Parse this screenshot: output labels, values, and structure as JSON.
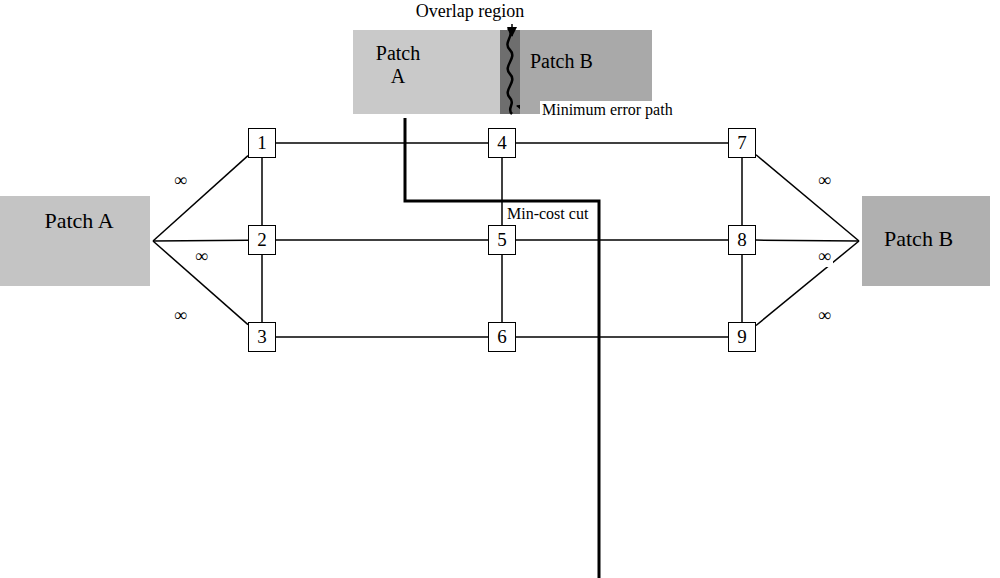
{
  "diagram": {
    "nodes": [
      {
        "text": [
          "Patch A"
        ]
      },
      {
        "text": [
          "Patch B"
        ]
      },
      {
        "text": [
          "Patch A"
        ]
      },
      {
        "text": [
          "1"
        ]
      },
      {
        "text": [
          "2"
        ]
      },
      {
        "text": [
          "3"
        ]
      },
      {
        "text": [
          "4"
        ]
      },
      {
        "text": [
          "5"
        ]
      },
      {
        "text": [
          "6"
        ]
      },
      {
        "text": [
          "7"
        ]
      },
      {
        "text": [
          "8"
        ]
      },
      {
        "text": [
          "9"
        ]
      },
      {
        "text": [
          "Patch B"
        ]
      }
    ],
    "edges": [
      {
        "from": 2,
        "to": 3,
        "arrow": "none",
        "label": "∞"
      },
      {
        "from": 2,
        "to": 4,
        "arrow": "none",
        "label": "∞"
      },
      {
        "from": 2,
        "to": 5,
        "arrow": "none",
        "label": "∞"
      },
      {
        "from": 3,
        "to": 6,
        "arrow": "none"
      },
      {
        "from": 6,
        "to": 9,
        "arrow": "none"
      },
      {
        "from": 3,
        "to": 4,
        "arrow": "none"
      },
      {
        "from": 4,
        "to": 5,
        "arrow": "none"
      },
      {
        "from": 4,
        "to": 7,
        "arrow": "none"
      },
      {
        "from": 7,
        "to": 10,
        "arrow": "none"
      },
      {
        "from": 5,
        "to": 8,
        "arrow": "none"
      },
      {
        "from": 8,
        "to": 11,
        "arrow": "none"
      },
      {
        "from": 6,
        "to": 7,
        "arrow": "none"
      },
      {
        "from": 7,
        "to": 8,
        "arrow": "none"
      },
      {
        "from": 9,
        "to": 10,
        "arrow": "none"
      },
      {
        "from": 10,
        "to": 11,
        "arrow": "none"
      },
      {
        "from": 9,
        "to": 12,
        "arrow": "none",
        "label": "∞"
      },
      {
        "from": 10,
        "to": 12,
        "arrow": "none",
        "label": "∞"
      },
      {
        "from": 11,
        "to": 12,
        "arrow": "none",
        "label": "∞"
      }
    ],
    "labels": [
      "Overlap region",
      "Minimum error path",
      "Min-cost cut"
    ]
  }
}
